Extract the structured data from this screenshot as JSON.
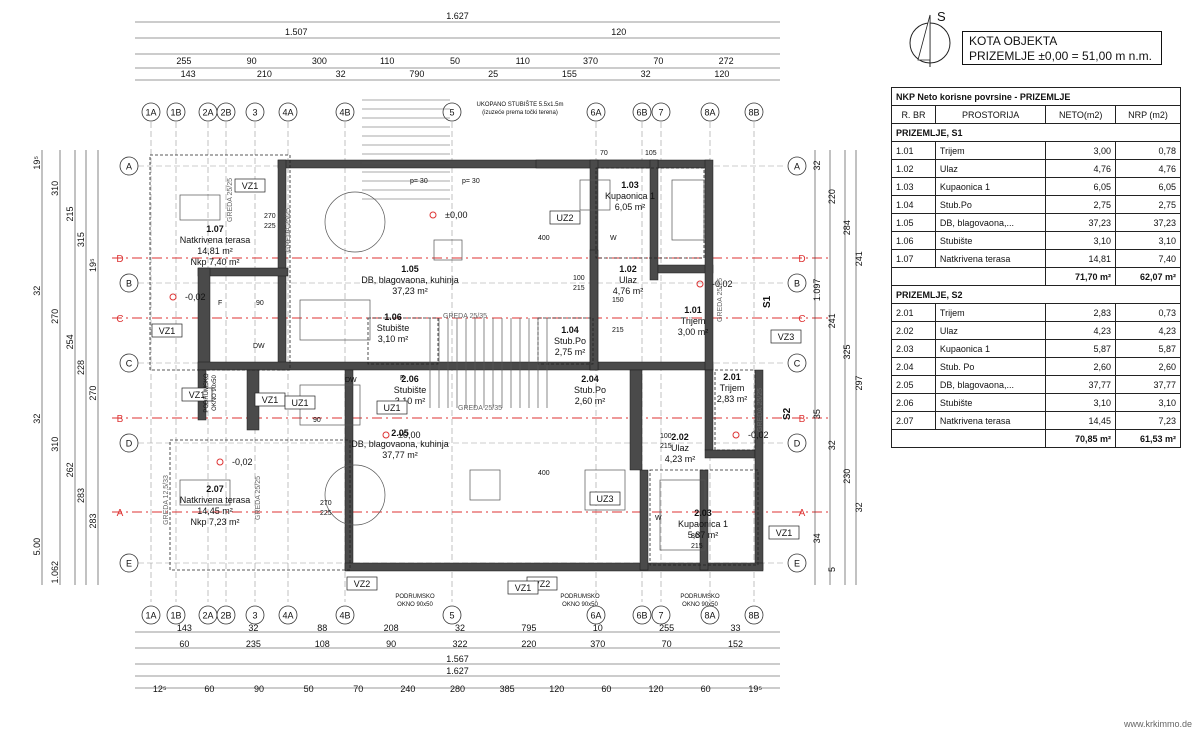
{
  "site_info": {
    "line1": "KOTA OBJEKTA",
    "line2": "PRIZEMLJE ±0,00 = 51,00 m n.m."
  },
  "compass": {
    "label": "S"
  },
  "table": {
    "title": "NKP Neto korisne povrsine - PRIZEMLJE",
    "headers": [
      "R. BR",
      "PROSTORIJA",
      "NETO(m2)",
      "NRP (m2)"
    ],
    "sections": [
      {
        "name": "PRIZEMLJE, S1",
        "rows": [
          [
            "1.01",
            "Trijem",
            "3,00",
            "0,78"
          ],
          [
            "1.02",
            "Ulaz",
            "4,76",
            "4,76"
          ],
          [
            "1.03",
            "Kupaonica 1",
            "6,05",
            "6,05"
          ],
          [
            "1.04",
            "Stub.Po",
            "2,75",
            "2,75"
          ],
          [
            "1.05",
            "DB, blagovaona,...",
            "37,23",
            "37,23"
          ],
          [
            "1.06",
            "Stubište",
            "3,10",
            "3,10"
          ],
          [
            "1.07",
            "Natkrivena terasa",
            "14,81",
            "7,40"
          ]
        ],
        "total_neto": "71,70 m²",
        "total_nrp": "62,07 m²"
      },
      {
        "name": "PRIZEMLJE, S2",
        "rows": [
          [
            "2.01",
            "Trijem",
            "2,83",
            "0,73"
          ],
          [
            "2.02",
            "Ulaz",
            "4,23",
            "4,23"
          ],
          [
            "2.03",
            "Kupaonica 1",
            "5,87",
            "5,87"
          ],
          [
            "2.04",
            "Stub. Po",
            "2,60",
            "2,60"
          ],
          [
            "2.05",
            "DB, blagovaona,...",
            "37,77",
            "37,77"
          ],
          [
            "2.06",
            "Stubište",
            "3,10",
            "3,10"
          ],
          [
            "2.07",
            "Natkrivena terasa",
            "14,45",
            "7,23"
          ]
        ],
        "total_neto": "70,85 m²",
        "total_nrp": "61,53 m²"
      }
    ]
  },
  "grid_columns": [
    "1A",
    "1B",
    "2A",
    "2B",
    "3",
    "4A",
    "4B",
    "5",
    "6A",
    "6B",
    "7",
    "8A",
    "8B"
  ],
  "grid_rows": [
    "A",
    "B",
    "C",
    "D",
    "E"
  ],
  "red_rows": [
    "D",
    "C",
    "B",
    "A"
  ],
  "top_dims": {
    "row1": [
      "1.627"
    ],
    "row2": [
      "1.507",
      "120"
    ],
    "row3": [
      "255",
      "90",
      "300",
      "110",
      "50",
      "110",
      "370",
      "70",
      "272"
    ],
    "row3b": [
      "143",
      "210",
      "32",
      "790",
      "25",
      "155",
      "32",
      "120"
    ],
    "upper_labels": [
      "UKOPANO STUBIŠTE 5.5x1.5m",
      "(izuzeće prema točki terena)"
    ]
  },
  "bottom_dims": {
    "row1": [
      "143",
      "32",
      "88",
      "208",
      "32",
      "795",
      "10",
      "255",
      "33"
    ],
    "row2": [
      "60",
      "235",
      "108",
      "90",
      "322",
      "220",
      "370",
      "70",
      "152"
    ],
    "row3": [
      "1.567"
    ],
    "row4": [
      "1.627"
    ],
    "row5": [
      "12⁵",
      "60",
      "90",
      "50",
      "70",
      "240",
      "280",
      "385",
      "120",
      "60",
      "120",
      "60",
      "19⁵"
    ]
  },
  "left_dims": [
    "19⁵",
    "310",
    "215",
    "315",
    "19⁵",
    "32",
    "270",
    "254",
    "228",
    "270",
    "32",
    "310",
    "262",
    "283",
    "283",
    "5.00",
    "1.062"
  ],
  "right_dims": [
    "32",
    "220",
    "284",
    "241",
    "1.097",
    "241",
    "325",
    "297",
    "35",
    "32",
    "230",
    "32",
    "34",
    "5"
  ],
  "rooms": [
    {
      "num": "1.07",
      "name": "Natkrivena terasa",
      "area": "14,81 m²",
      "extra": "Nkp 7,40 m²"
    },
    {
      "num": "1.05",
      "name": "DB, blagovaona, kuhinja",
      "area": "37,23 m²"
    },
    {
      "num": "1.03",
      "name": "Kupaonica 1",
      "area": "6,05 m²"
    },
    {
      "num": "1.02",
      "name": "Ulaz",
      "area": "4,76 m²"
    },
    {
      "num": "1.01",
      "name": "Trijem",
      "area": "3,00 m²"
    },
    {
      "num": "1.06",
      "name": "Stubište",
      "area": "3,10 m²"
    },
    {
      "num": "1.04",
      "name": "Stub.Po",
      "area": "2,75 m²"
    },
    {
      "num": "2.06",
      "name": "Stubište",
      "area": "3,10 m²"
    },
    {
      "num": "2.04",
      "name": "Stub.Po",
      "area": "2,60 m²"
    },
    {
      "num": "2.05",
      "name": "DB, blagovaona, kuhinja",
      "area": "37,77 m²"
    },
    {
      "num": "2.02",
      "name": "Ulaz",
      "area": "4,23 m²"
    },
    {
      "num": "2.01",
      "name": "Trijem",
      "area": "2,83 m²"
    },
    {
      "num": "2.03",
      "name": "Kupaonica 1",
      "area": "5,87 m²"
    },
    {
      "num": "2.07",
      "name": "Natkrivena terasa",
      "area": "14,45 m²",
      "extra": "Nkp 7,23 m²"
    }
  ],
  "tags": [
    "VZ1",
    "VZ1",
    "VZ1",
    "VZ1",
    "VZ1",
    "VZ2",
    "VZ2",
    "VZ3",
    "UZ1",
    "UZ2",
    "UZ3",
    "UZ1",
    "VZ1"
  ],
  "misc_labels": {
    "levels": [
      "±0,00",
      "-0,02",
      "±0,00",
      "-0,02",
      "-0,02",
      "-0,02"
    ],
    "greda": [
      "GREDA 25/25",
      "GREDA 25/25",
      "GREDA 25/35",
      "GREDA 25/35",
      "GREDA 12,5/33",
      "GREDA 25/25",
      "GREDA 25/25",
      "GREDA 25/25"
    ],
    "podrumsko": [
      "PODRUMSKO",
      "OKNO 90x50"
    ],
    "sections": [
      "S1",
      "S2"
    ],
    "small": [
      "270",
      "225",
      "270",
      "225",
      "400",
      "400",
      "100",
      "215",
      "150",
      "215",
      "100",
      "215",
      "80",
      "215",
      "105",
      "70",
      "p= 30",
      "p= 30",
      "DW",
      "DW",
      "F",
      "F",
      "W",
      "W",
      "90",
      "90"
    ]
  },
  "watermark": "www.krkimmo.de"
}
